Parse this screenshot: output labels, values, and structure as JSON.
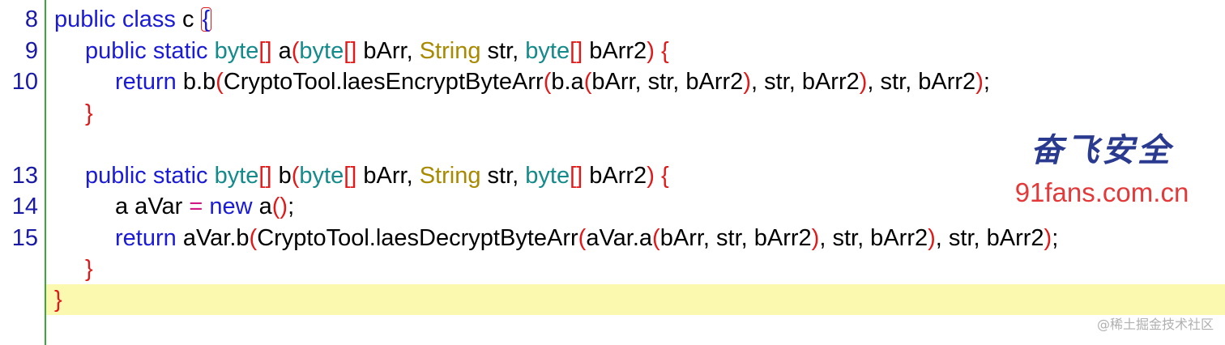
{
  "gutter": {
    "line_numbers": [
      "8",
      "9",
      "10",
      "",
      "",
      "13",
      "14",
      "15",
      "",
      ""
    ]
  },
  "code": {
    "line8": {
      "kw": "public class",
      "name": " c ",
      "brace": "{"
    },
    "line9": {
      "kw": "public static",
      "ty1": "byte",
      "br1": "[]",
      "name": " a",
      "p_open": "(",
      "ty2": "byte",
      "br2": "[]",
      "arg1": " bArr, ",
      "strty": "String",
      "arg2": " str, ",
      "ty3": "byte",
      "br3": "[]",
      "arg3": " bArr2",
      "p_close": ")",
      "space": " ",
      "brace": "{"
    },
    "line10": {
      "kw": "return",
      "t1": " b.b",
      "p1": "(",
      "t2": "CryptoTool.laesEncryptByteArr",
      "p2": "(",
      "t3": "b.a",
      "p3": "(",
      "t4": "bArr, str, bArr2",
      "p4": ")",
      "t5": ", str, bArr2",
      "p5": ")",
      "t6": ", str, bArr2",
      "p6": ")",
      "t7": ";"
    },
    "line11": {
      "brace": "}"
    },
    "line13": {
      "kw": "public static",
      "ty1": "byte",
      "br1": "[]",
      "name": " b",
      "p_open": "(",
      "ty2": "byte",
      "br2": "[]",
      "arg1": " bArr, ",
      "strty": "String",
      "arg2": " str, ",
      "ty3": "byte",
      "br3": "[]",
      "arg3": " bArr2",
      "p_close": ")",
      "space": " ",
      "brace": "{"
    },
    "line14": {
      "t1": "a aVar ",
      "op": "=",
      "space": " ",
      "kw": "new",
      "t2": " a",
      "p": "()",
      "t3": ";"
    },
    "line15": {
      "kw": "return",
      "t1": " aVar.b",
      "p1": "(",
      "t2": "CryptoTool.laesDecryptByteArr",
      "p2": "(",
      "t3": "aVar.a",
      "p3": "(",
      "t4": "bArr, str, bArr2",
      "p4": ")",
      "t5": ", str, bArr2",
      "p5": ")",
      "t6": ", str, bArr2",
      "p6": ")",
      "t7": ";"
    },
    "line16": {
      "brace": "}"
    },
    "line17": {
      "brace": "}"
    }
  },
  "watermark": {
    "cn": "奋飞安全",
    "url": "91fans.com.cn"
  },
  "credit": "@稀土掘金技术社区",
  "colors": {
    "keyword": "#1b1bd6",
    "type": "#148a8a",
    "string_type": "#a88a00",
    "bracket": "#e01a1a",
    "operator": "#d21a85",
    "line_number": "#1a1aa6",
    "gutter_border": "#3aa83a",
    "current_line": "#fbf8b0"
  }
}
